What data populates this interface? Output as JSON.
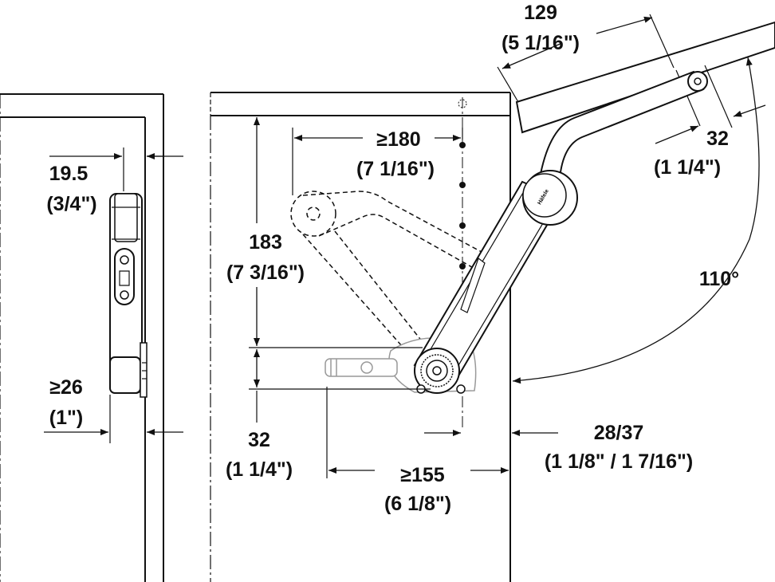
{
  "colors": {
    "ink": "#111111",
    "panel": "#ffffff",
    "background": "#ffffff",
    "shade": "#d9d9d9"
  },
  "dimensions": {
    "lid_offset": {
      "value": "129",
      "imperial": "(5 1/16\")"
    },
    "pivot_32": {
      "value": "32",
      "imperial": "(1 1/4\")"
    },
    "opening_angle": {
      "value": "110°"
    },
    "arm_length": {
      "value": "≥180",
      "imperial": "(7 1/16\")"
    },
    "height": {
      "value": "183",
      "imperial": "(7 3/16\")"
    },
    "thickness": {
      "value": "19.5",
      "imperial": "(3/4\")"
    },
    "min_26": {
      "value": "≥26",
      "imperial": "(1\")"
    },
    "base_32": {
      "value": "32",
      "imperial": "(1 1/4\")"
    },
    "depth": {
      "value": "≥155",
      "imperial": "(6 1/8\")"
    },
    "panel": {
      "value": "28/37",
      "imperial": "(1 1/8\" / 1 7/16\")"
    }
  },
  "brand_mark": "Häfele"
}
